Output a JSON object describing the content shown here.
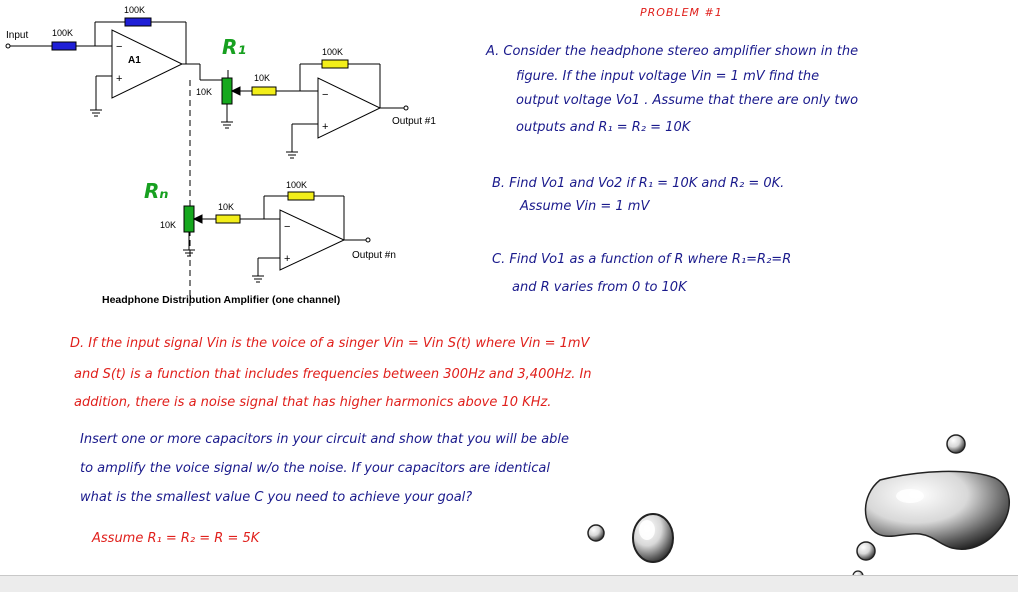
{
  "schematic": {
    "input_label": "Input",
    "r_input": "100K",
    "r_feedback": "100K",
    "amp_label": "A1",
    "minus": "−",
    "plus": "+",
    "r1_label": "R₁",
    "rn_label": "Rₙ",
    "pot1_label": "10K",
    "r_series1": "10K",
    "r_feedback1": "100K",
    "output1": "Output #1",
    "potn_label": "10K",
    "r_seriesn": "10K",
    "r_feedbackn": "100K",
    "outputn": "Output #n",
    "caption": "Headphone Distribution Amplifier (one channel)"
  },
  "problem": {
    "title": "PROBLEM #1",
    "a_lines": [
      "A.  Consider the headphone stereo amplifier shown in the",
      "figure. If the input voltage Vin = 1 mV find the",
      "output voltage Vo1 . Assume that there are only two",
      "outputs and R₁ = R₂ = 10K"
    ],
    "b_lines": [
      "B. Find Vo1 and Vo2 if R₁ = 10K and R₂ = 0K.",
      "Assume Vin = 1 mV"
    ],
    "c_lines": [
      "C. Find Vo1 as a function of R where R₁=R₂=R",
      "and R varies from 0 to 10K"
    ],
    "d_lines": [
      "D. If the input signal Vin is the voice of a singer  Vin = Vin S(t)   where  Vin = 1mV",
      "and S(t) is a function that includes frequencies between 300Hz and 3,400Hz.  In",
      "addition, there is a noise signal that has higher harmonics above 10 KHz."
    ],
    "e_lines": [
      "Insert one or more capacitors in your circuit and show that you will be able",
      "to amplify the voice signal w/o the noise.  If your capacitors are identical",
      "what is the smallest value C you need to achieve your goal?"
    ],
    "assume": "Assume  R₁ = R₂ = R = 5K"
  },
  "colors": {
    "resistor_blue": "#1f1fd6",
    "resistor_yellow": "#f2ee1a",
    "pot_green": "#16a81e",
    "ink_blue": "#1a1a8c",
    "ink_red": "#e0201c",
    "ink_green": "#17a020"
  }
}
